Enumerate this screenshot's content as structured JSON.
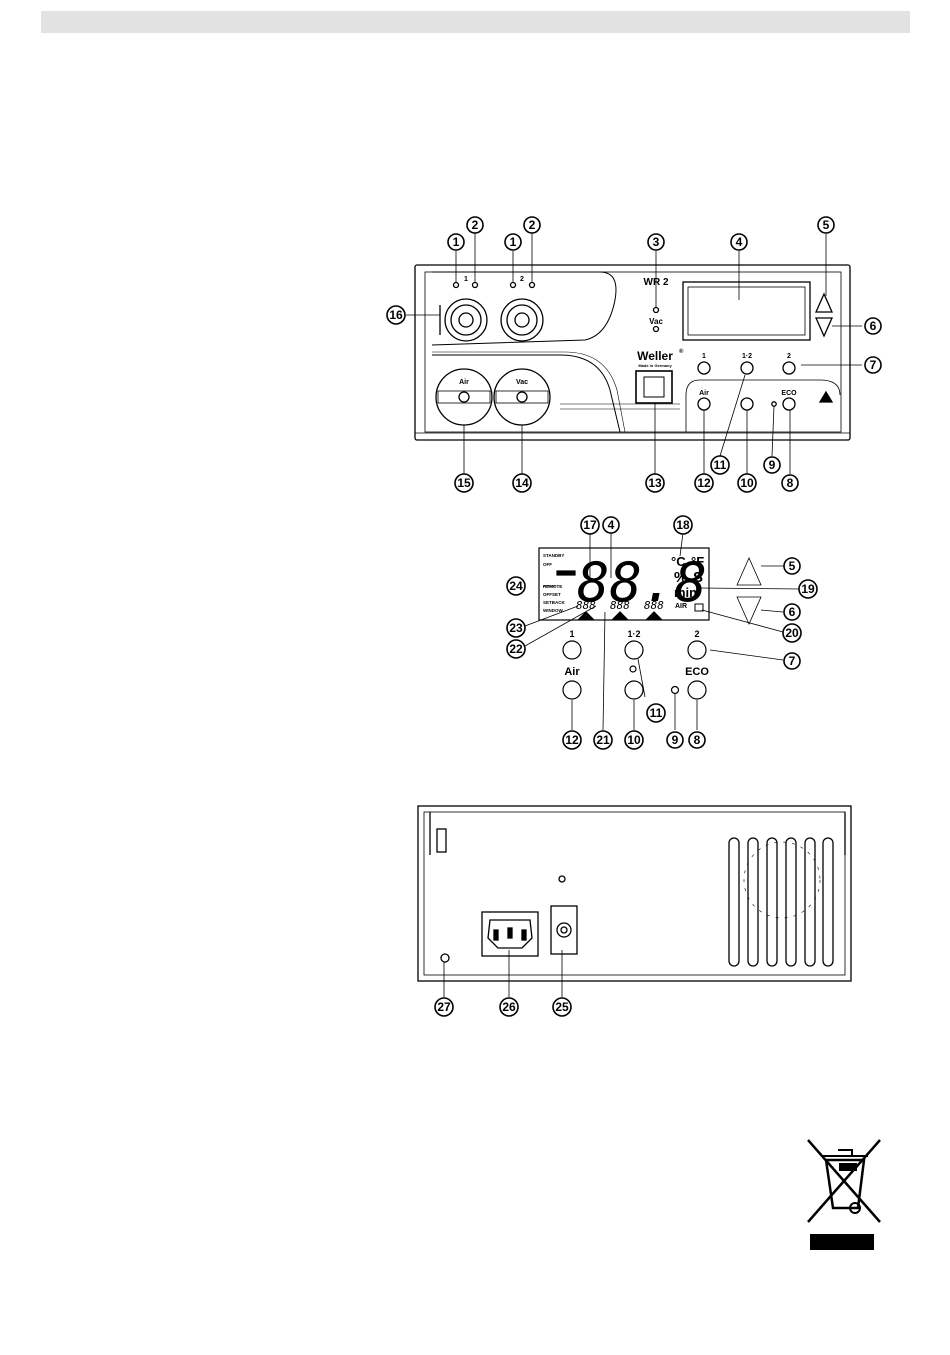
{
  "front_panel": {
    "model": "WR 2",
    "brand": "Weller",
    "brand_mark": "®",
    "made_in": "Made in Germany",
    "channel1": "1",
    "channel2": "2",
    "vac_label": "Vac",
    "knob_air": "Air",
    "knob_vac": "Vac",
    "btn_1": "1",
    "btn_12": "1·2",
    "btn_2": "2",
    "btn_air": "Air",
    "btn_eco": "ECO"
  },
  "lcd": {
    "digits": "88.8",
    "celsius": "°C",
    "fahrenheit": "°F",
    "percent": "%",
    "seconds": "S",
    "minutes": "min",
    "status_lines": [
      "STANDBY",
      "OFF",
      "REMOTE",
      "OFFSET",
      "SETBACK",
      "WINDOW"
    ],
    "small_digits": [
      "888",
      "888",
      "888"
    ],
    "air": "AIR",
    "btn_1": "1",
    "btn_12": "1·2",
    "btn_2": "2",
    "btn_air": "Air",
    "btn_eco": "ECO"
  },
  "callouts": {
    "c1a": "1",
    "c2a": "2",
    "c1b": "1",
    "c2b": "2",
    "c3": "3",
    "c4": "4",
    "c5": "5",
    "c6": "6",
    "c7": "7",
    "c16": "16",
    "c15": "15",
    "c14": "14",
    "c13": "13",
    "c12": "12",
    "c11": "11",
    "c10": "10",
    "c9": "9",
    "c8": "8",
    "d17": "17",
    "d4": "4",
    "d18": "18",
    "d5": "5",
    "d19": "19",
    "d24": "24",
    "d23": "23",
    "d22": "22",
    "d6": "6",
    "d20": "20",
    "d7": "7",
    "d11": "11",
    "d12": "12",
    "d21": "21",
    "d10": "10",
    "d9": "9",
    "d8": "8",
    "e27": "27",
    "e26": "26",
    "e25": "25"
  }
}
